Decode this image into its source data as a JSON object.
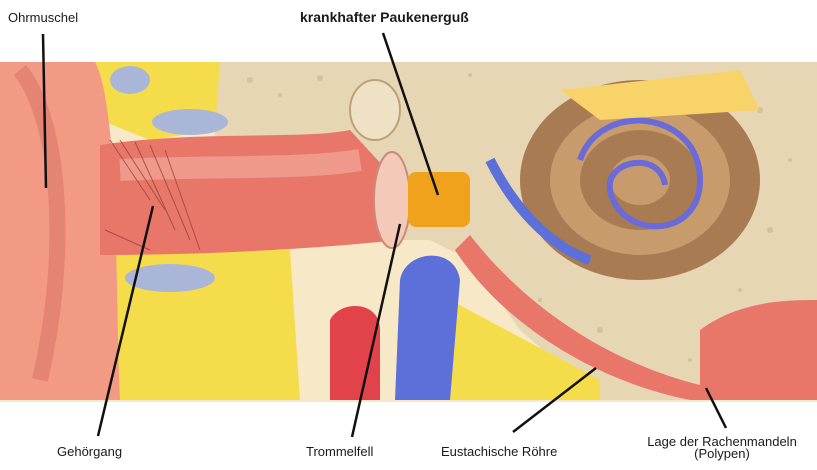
{
  "labels": {
    "ohrmuschel": "Ohrmuschel",
    "paukenerguss": "krankhafter Paukenerguß",
    "gehoergang": "Gehörgang",
    "trommelfell": "Trommelfell",
    "eustachische_roehre": "Eustachische Röhre",
    "rachenmandeln_line1": "Lage der Rachenmandeln",
    "rachenmandeln_line2": "(Polypen)"
  },
  "colors": {
    "skin": "#f29a84",
    "canal": "#e8776a",
    "bone": "#e7d6b4",
    "fat_yellow": "#f5dc4a",
    "vessel_blue": "#5d6fd8",
    "fluid_orange": "#f0a21c",
    "cochlea_brown": "#a97b52"
  }
}
